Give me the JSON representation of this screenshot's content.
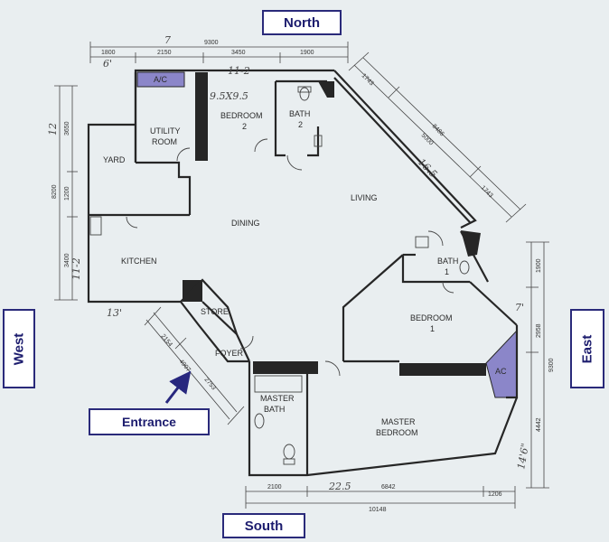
{
  "compass": {
    "north": "North",
    "south": "South",
    "west": "West",
    "east": "East"
  },
  "entrance_label": "Entrance",
  "rooms": {
    "ac_top": "A/C",
    "utility_1": "UTILITY",
    "utility_2": "ROOM",
    "bedroom2_1": "BEDROOM",
    "bedroom2_2": "2",
    "bath2_1": "BATH",
    "bath2_2": "2",
    "yard": "YARD",
    "living": "LIVING",
    "dining": "DINING",
    "kitchen": "KITCHEN",
    "bath1_1": "BATH",
    "bath1_2": "1",
    "store": "STORE",
    "bedroom1_1": "BEDROOM",
    "bedroom1_2": "1",
    "foyer": "FOYER",
    "ac_right": "AC",
    "master_bath_1": "MASTER",
    "master_bath_2": "BATH",
    "master_bedroom_1": "MASTER",
    "master_bedroom_2": "BEDROOM"
  },
  "dimensions": {
    "top_total": "9300",
    "top_1": "1800",
    "top_2": "2150",
    "top_3": "3450",
    "top_4": "1900",
    "left_1": "3650",
    "left_2": "1200",
    "left_3": "3400",
    "left_total": "8200",
    "diag_ne_1": "1743",
    "diag_ne_total": "8486",
    "diag_ne_2": "5000",
    "diag_ne_3": "1743",
    "right_1": "1900",
    "right_2": "2958",
    "right_total": "9300",
    "right_3": "4442",
    "bottom_1": "2100",
    "bottom_2": "6842",
    "bottom_3": "1206",
    "bottom_total": "10148",
    "diag_sw_1": "2154",
    "diag_sw_total": "4907",
    "diag_sw_2": "2753"
  },
  "handwritten": {
    "h1": "7",
    "h2": "6'",
    "h3": "11-2",
    "h4": "9.5X9.5",
    "h5": "12",
    "h6": "16.5",
    "h7": "11-2",
    "h8": "13'",
    "h9": "7'",
    "h10": "14'6\"",
    "h11": "22.5"
  },
  "colors": {
    "wall": "#262626",
    "ac_fill": "#8b86c9",
    "paper": "#e9eef0",
    "label_border": "#2a2a7a",
    "arrow": "#27277e"
  }
}
